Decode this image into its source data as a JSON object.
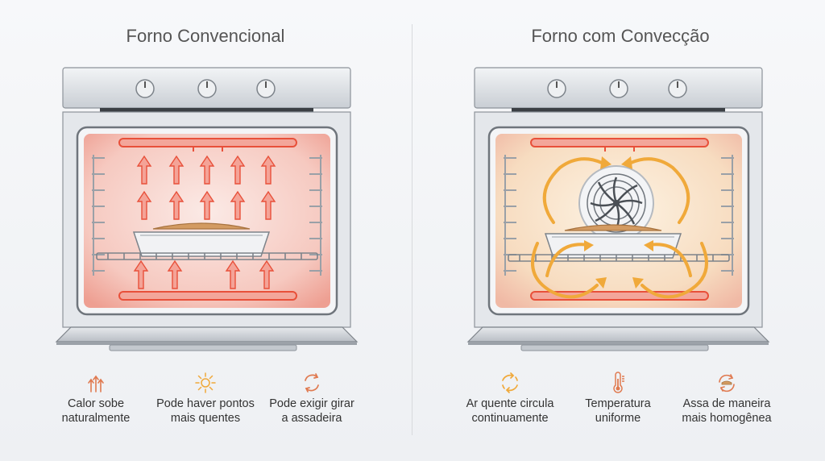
{
  "left": {
    "title": "Forno Convencional",
    "features": [
      {
        "icon": "rising-heat-icon",
        "label": "Calor sobe\nnaturalmente"
      },
      {
        "icon": "sun-hotspot-icon",
        "label": "Pode haver pontos\nmais quentes"
      },
      {
        "icon": "rotate-arrows-icon",
        "label": "Pode exigir girar\na assadeira"
      }
    ]
  },
  "right": {
    "title": "Forno com Convecção",
    "features": [
      {
        "icon": "circulating-air-icon",
        "label": "Ar quente circula\ncontinuamente"
      },
      {
        "icon": "thermometer-icon",
        "label": "Temperatura\nuniforme"
      },
      {
        "icon": "even-bake-icon",
        "label": "Assa de maneira\nmais homogênea"
      }
    ]
  },
  "colors": {
    "heat": "#e8503a",
    "airflow": "#f0a93a",
    "steel": "#d9dde2"
  }
}
